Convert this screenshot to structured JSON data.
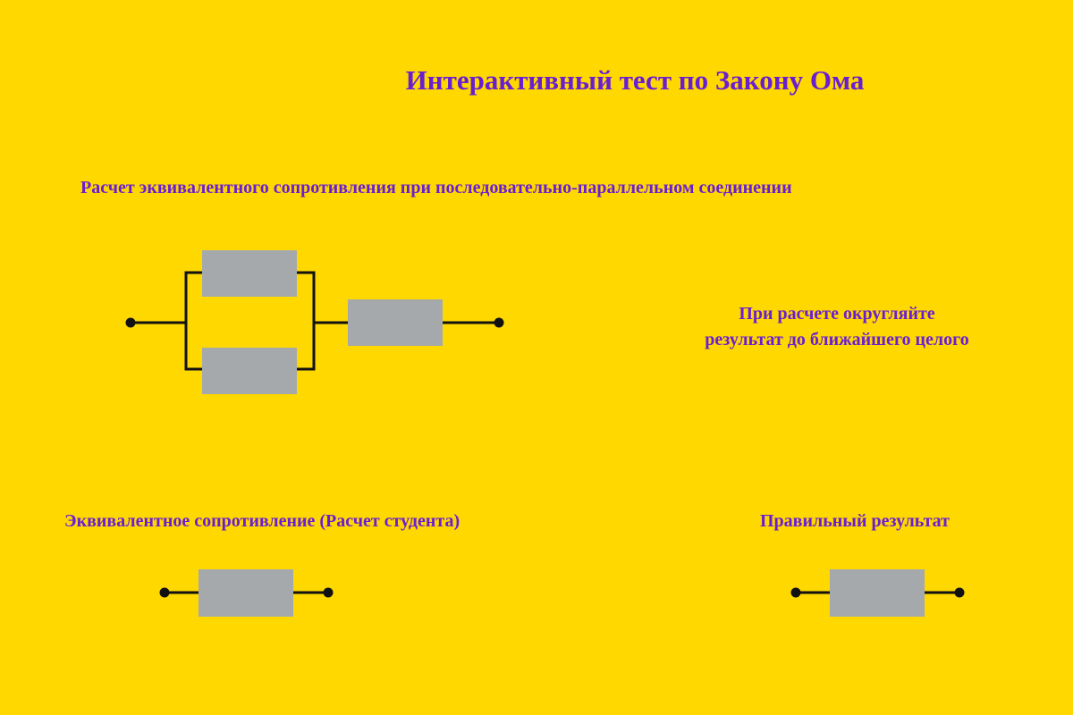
{
  "page": {
    "title": "Интерактивный тест по Закону Ома",
    "subtitle": "Расчет эквивалентного сопротивления при последовательно-параллельном соединении",
    "hint": "При расчете округляйте результат до ближайшего целого",
    "student_label": "Эквивалентное сопротивление (Расчет студента)",
    "correct_label": "Правильный результат"
  },
  "colors": {
    "background": "#FFD800",
    "text": "#6A1ED2",
    "resistor": "#A6A9AB",
    "wire": "#111111"
  }
}
